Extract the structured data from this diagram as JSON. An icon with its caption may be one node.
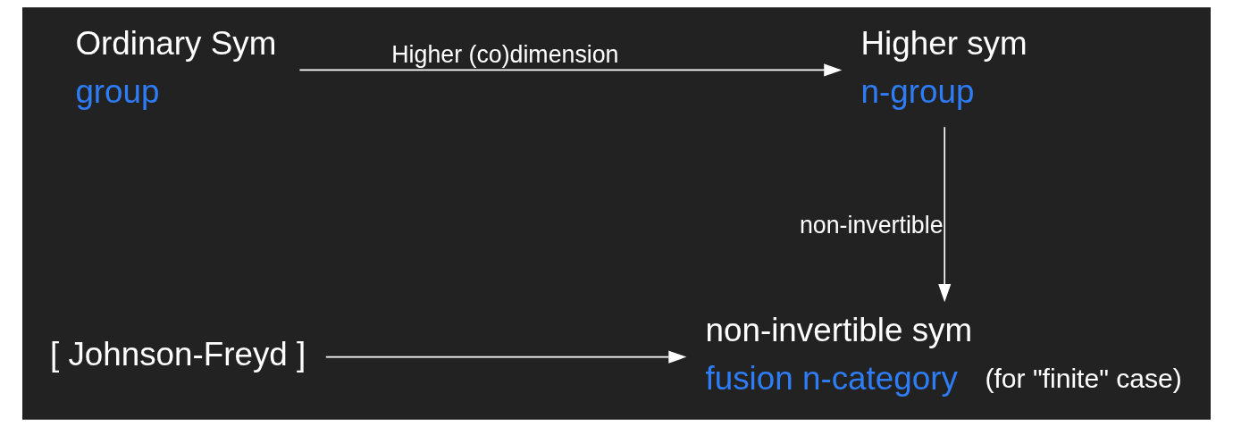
{
  "diagram": {
    "nodes": [
      {
        "text": [
          "Ordinary Sym",
          "group"
        ]
      },
      {
        "text": [
          "Higher sym",
          "n-group"
        ]
      },
      {
        "text": [
          "non-invertible sym",
          "fusion n-category"
        ],
        "beside": [
          "(for \"finite\" case)"
        ]
      },
      {
        "text": [
          "[ Johnson-Freyd ]"
        ]
      }
    ],
    "edges": [
      {
        "from": 0,
        "to": 1,
        "arrow": "to",
        "label": "Higher (co)dimension"
      },
      {
        "from": 1,
        "to": 2,
        "arrow": "to",
        "label": "non-invertible"
      },
      {
        "from": 3,
        "to": 2,
        "arrow": "to"
      }
    ]
  }
}
